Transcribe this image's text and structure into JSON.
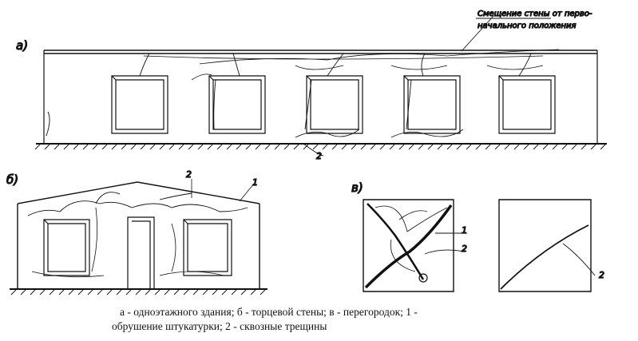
{
  "figure": {
    "panel_a": {
      "label": "а)",
      "annotation_line1": "Смещение стены от перво-",
      "annotation_line2": "начального положения",
      "callout": "2"
    },
    "panel_b": {
      "label": "б)",
      "callout_1": "1",
      "callout_2": "2"
    },
    "panel_v": {
      "label": "в)",
      "callout_1": "1",
      "callout_2": "2",
      "callout_3": "2"
    },
    "caption_line1": "а - одноэтажного здания; б - торцевой стены; в - перегородок; 1 -",
    "caption_line2": "обрушение штукатурки; 2 - сквозные трещины"
  }
}
